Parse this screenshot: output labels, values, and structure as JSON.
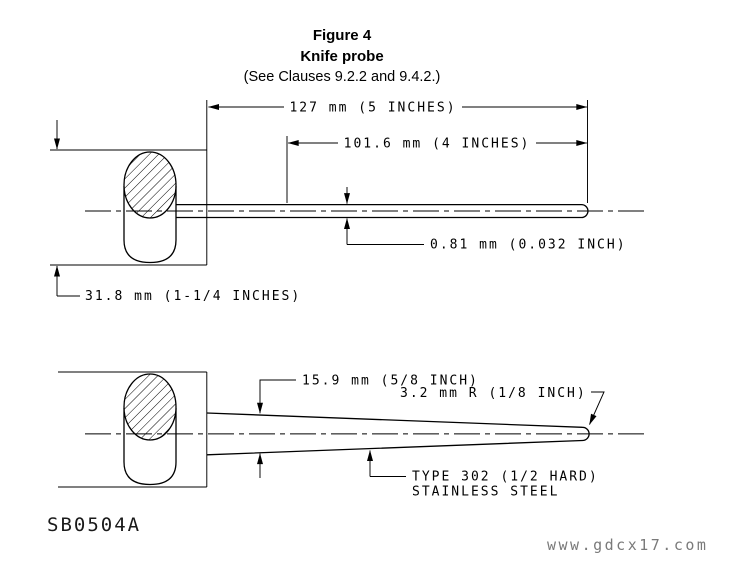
{
  "title": {
    "figure": "Figure 4",
    "name": "Knife probe",
    "clauses": "(See Clauses 9.2.2 and 9.4.2.)"
  },
  "top_view": {
    "dim_overall_length": "127 mm (5 INCHES)",
    "dim_blade_length": "101.6 mm (4 INCHES)",
    "dim_blade_thickness": "0.81 mm (0.032 INCH)",
    "dim_handle_height": "31.8 mm (1-1/4 INCHES)"
  },
  "bottom_view": {
    "dim_blade_width": "15.9 mm (5/8 INCH)",
    "dim_tip_radius": "3.2 mm R (1/8 INCH)",
    "material_line1": "TYPE 302 (1/2 HARD)",
    "material_line2": "STAINLESS STEEL"
  },
  "footer": {
    "drawing_number": "SB0504A",
    "watermark": "www.gdcx17.com"
  },
  "colors": {
    "line": "#000000",
    "watermark": "#7a7a7a"
  }
}
